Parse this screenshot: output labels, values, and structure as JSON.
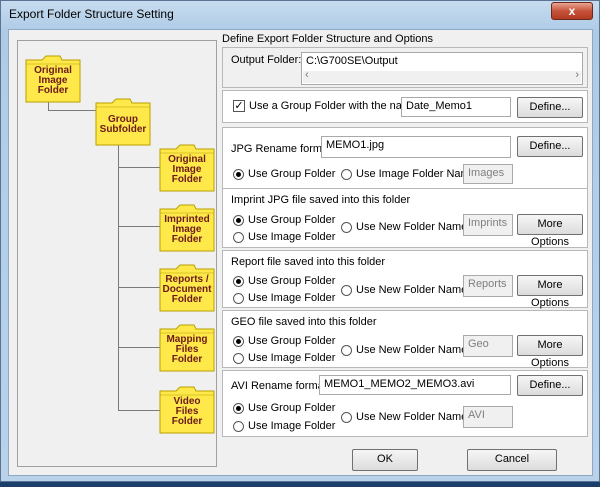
{
  "window": {
    "title": "Export Folder Structure Setting",
    "close_glyph": "x"
  },
  "diagram": {
    "root": "Original Image Folder",
    "root_lines": [
      "Original",
      "Image",
      "Folder"
    ],
    "group_lines": [
      "Group",
      "Subfolder"
    ],
    "children": [
      [
        "Original",
        "Image",
        "Folder"
      ],
      [
        "Imprinted",
        "Image",
        "Folder"
      ],
      [
        "Reports /",
        "Document",
        "Folder"
      ],
      [
        "Mapping",
        "Files",
        "Folder"
      ],
      [
        "Video",
        "Files",
        "Folder"
      ]
    ]
  },
  "right": {
    "heading": "Define Export Folder Structure and Options",
    "output": {
      "label": "Output Folder:",
      "value": "C:\\G700SE\\Output",
      "scroll_left": "‹",
      "scroll_right": "›"
    },
    "group_folder": {
      "checked": true,
      "label": "Use a Group Folder with the name of",
      "value": "Date_Memo1",
      "define": "Define..."
    },
    "jpg": {
      "label": "JPG Rename format",
      "value": "MEMO1.jpg",
      "define": "Define...",
      "opt_group": "Use Group Folder",
      "opt_image": "Use Image Folder Named",
      "image_value": "Images",
      "selected": "group"
    },
    "imprint": {
      "label": "Imprint JPG file saved into this folder",
      "opt_group": "Use Group Folder",
      "opt_image": "Use Image Folder",
      "opt_new": "Use New Folder Named:",
      "new_value": "Imprints",
      "more": "More Options",
      "selected": "group"
    },
    "report": {
      "label": "Report file saved into this folder",
      "opt_group": "Use Group Folder",
      "opt_image": "Use Image Folder",
      "opt_new": "Use New Folder Named:",
      "new_value": "Reports",
      "more": "More Options",
      "selected": "group"
    },
    "geo": {
      "label": "GEO file saved into this folder",
      "opt_group": "Use Group Folder",
      "opt_image": "Use Image Folder",
      "opt_new": "Use New Folder Named:",
      "new_value": "Geo",
      "more": "More Options",
      "selected": "group"
    },
    "avi": {
      "label": "AVI  Rename format",
      "value": "MEMO1_MEMO2_MEMO3.avi",
      "define": "Define...",
      "opt_group": "Use Group Folder",
      "opt_image": "Use Image Folder",
      "opt_new": "Use New Folder Named:",
      "new_value": "AVI",
      "selected": "group"
    }
  },
  "buttons": {
    "ok": "OK",
    "cancel": "Cancel"
  },
  "colors": {
    "folder_fill": "#ffe84a",
    "folder_stroke": "#b8a100",
    "folder_text": "#6b1a1a"
  }
}
